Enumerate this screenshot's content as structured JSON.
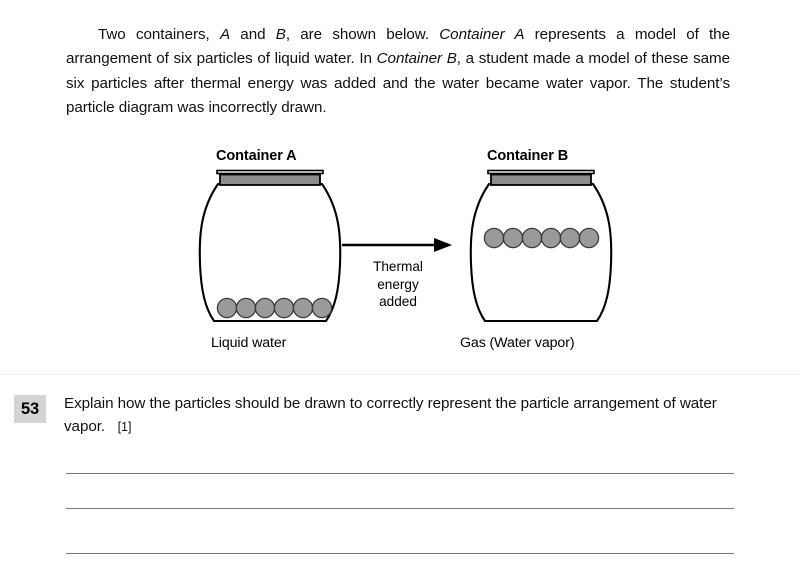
{
  "document": {
    "stem": {
      "line_full": "Two containers, A and B, are shown below. Container A represents a model of the arrangement of six particles of liquid water. In Container B, a student made a model of these same six particles after thermal energy was added and the water became water vapor. The student's particle diagram was incorrectly drawn.",
      "seg1": "Two containers, ",
      "em1": "A",
      "seg2": " and ",
      "em2": "B",
      "seg3": ", are shown below. ",
      "em3": "Container A",
      "seg4": " represents a model of the arrangement of six particles of liquid water. In ",
      "em4": "Container B",
      "seg5": ", a student made a model of these same six particles after thermal energy was added and the water became water vapor. The student’s particle diagram was incorrectly drawn."
    },
    "figure": {
      "container_a": {
        "title": "Container A",
        "caption": "Liquid water",
        "particle_count": 6,
        "particle_arrangement": "touching row at bottom of container",
        "particle_fill": "#9a9a9a",
        "lid_fill": "#8c8c8c"
      },
      "container_b": {
        "title": "Container B",
        "caption": "Gas (Water vapor)",
        "particle_count": 6,
        "particle_arrangement": "touching row at middle of container",
        "particle_fill": "#9a9a9a",
        "lid_fill": "#8c8c8c"
      },
      "arrow": {
        "label_line1": "Thermal",
        "label_line2": "energy",
        "label_line3": "added",
        "direction": "right"
      }
    },
    "question": {
      "number": "53",
      "text": "Explain how the particles should be drawn to correctly represent the particle arrangement of water vapor.",
      "marks": "[1]",
      "answer_lines": 3
    }
  },
  "colors": {
    "page_background": "#ffffff",
    "text": "#111111",
    "question_number_box": "#d4d4d4",
    "answer_rule": "#7a7a7a",
    "particle": "#9a9a9a",
    "lid": "#8c8c8c",
    "outline": "#000000"
  }
}
